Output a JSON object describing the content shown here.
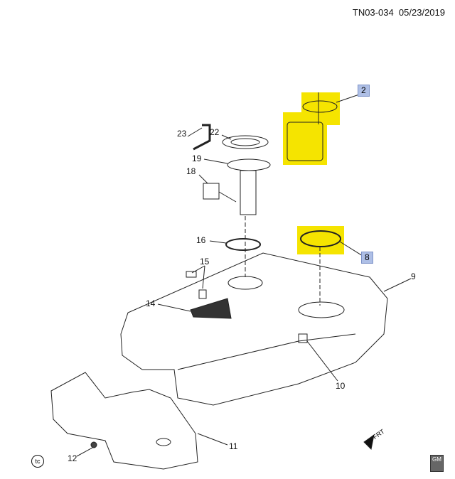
{
  "header": {
    "doc_id": "TN03-034",
    "date": "05/23/2019"
  },
  "callouts": [
    {
      "id": "2",
      "highlighted": true
    },
    {
      "id": "8",
      "highlighted": true
    },
    {
      "id": "9"
    },
    {
      "id": "10"
    },
    {
      "id": "11"
    },
    {
      "id": "12"
    },
    {
      "id": "14"
    },
    {
      "id": "15"
    },
    {
      "id": "16"
    },
    {
      "id": "18"
    },
    {
      "id": "19"
    },
    {
      "id": "22"
    },
    {
      "id": "23"
    }
  ],
  "badges": {
    "tc": "tc",
    "frt": "FRT",
    "gm": "GM"
  },
  "colors": {
    "highlight": "#f5e400",
    "callout_box": "#aebfe6"
  }
}
